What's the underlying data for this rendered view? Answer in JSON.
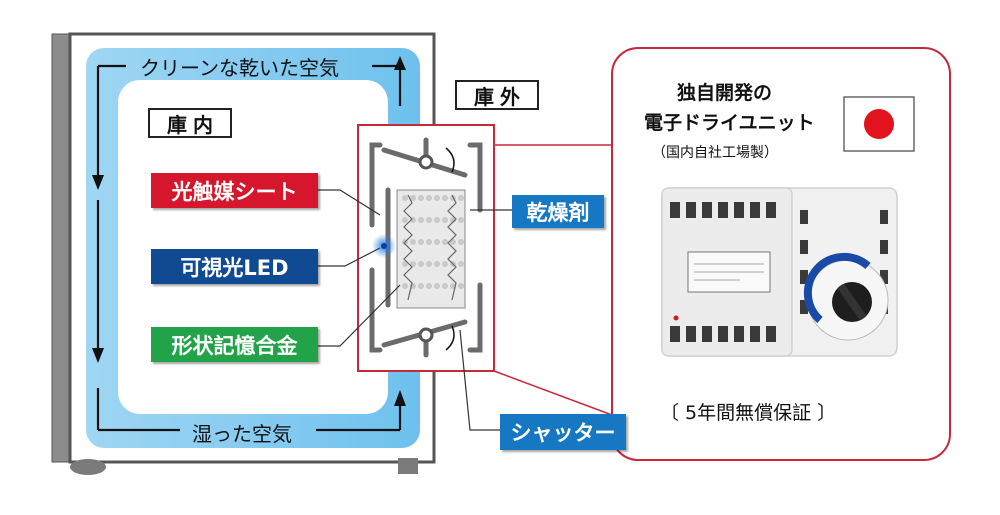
{
  "interior": {
    "top_label": "クリーンな乾いた空気",
    "bottom_label": "湿った空気",
    "inside_label": "庫内"
  },
  "outside_label": "庫外",
  "components": {
    "photocatalyst": "光触媒シート",
    "led": "可視光LED",
    "shape_memory": "形状記憶合金",
    "desiccant": "乾燥剤",
    "shutter": "シャッター"
  },
  "unit_panel": {
    "title_line1": "独自開発の",
    "title_line2": "電子ドライユニット",
    "subtitle": "（国内自社工場製）",
    "warranty": "〔 5年間無償保証 〕",
    "flag_icon": "japan-flag-icon"
  },
  "colors": {
    "red": "#d6162c",
    "navy": "#0f4a92",
    "green": "#22a349",
    "blue": "#1677c2",
    "frame_red": "#c8283a"
  }
}
